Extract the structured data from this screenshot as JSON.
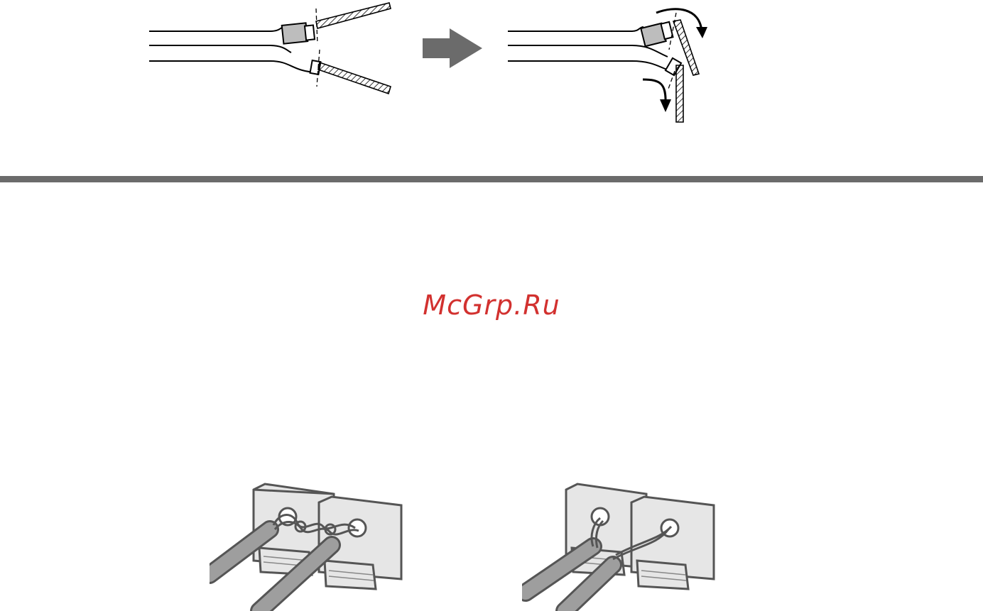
{
  "watermark": {
    "text": "McGrp.Ru",
    "color": "#d2312f"
  },
  "figures": {
    "wire_prep": {
      "icon": "speaker-wire-strip-and-twist-diagram"
    },
    "step_arrow": {
      "icon": "right-arrow-icon",
      "color": "#6b6b6b"
    },
    "terminal_wrong": {
      "icon": "speaker-terminal-wires-touching-diagram"
    },
    "terminal_right": {
      "icon": "speaker-terminal-wires-separated-diagram"
    }
  },
  "divider": {
    "color": "#6b6b6b"
  }
}
